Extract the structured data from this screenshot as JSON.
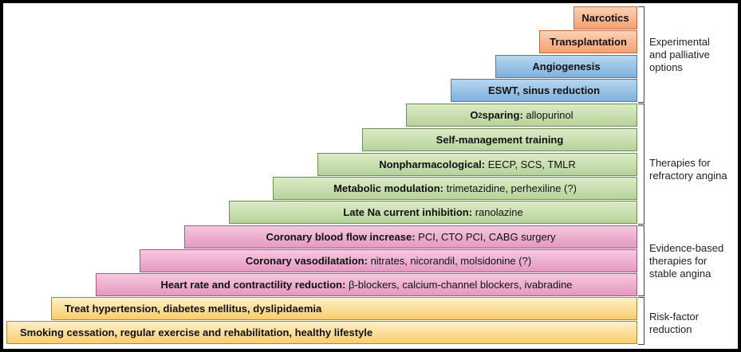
{
  "colors": {
    "orange": "#f5a071",
    "blue": "#7fb0dc",
    "green": "#b6d39a",
    "pink": "#e597c1",
    "yellow": "#f9cd6e"
  },
  "steps": [
    {
      "bold": "Narcotics",
      "rest": ""
    },
    {
      "bold": "Transplantation",
      "rest": ""
    },
    {
      "bold": "Angiogenesis",
      "rest": ""
    },
    {
      "bold": "ESWT, sinus reduction",
      "rest": ""
    },
    {
      "bold_pre": "O",
      "sub": "2",
      "bold": " sparing:",
      "rest": " allopurinol"
    },
    {
      "bold": "Self-management training",
      "rest": ""
    },
    {
      "bold": "Nonpharmacological:",
      "rest": " EECP, SCS, TMLR"
    },
    {
      "bold": "Metabolic modulation:",
      "rest": " trimetazidine, perhexiline (?)"
    },
    {
      "bold": "Late Na current inhibition:",
      "rest": " ranolazine"
    },
    {
      "bold": "Coronary blood flow increase:",
      "rest": " PCI, CTO PCI, CABG surgery"
    },
    {
      "bold": "Coronary vasodilatation:",
      "rest": " nitrates, nicorandil, molsidonine (?)"
    },
    {
      "bold": "Heart rate and contractility reduction:",
      "rest": " β-blockers, calcium-channel blockers, ivabradine"
    },
    {
      "bold": "Treat hypertension, diabetes mellitus, dyslipidaemia",
      "rest": ""
    },
    {
      "bold": "Smoking cessation, regular exercise and rehabilitation, healthy lifestyle",
      "rest": ""
    }
  ],
  "groups": [
    {
      "line1": "Experimental",
      "line2": "and palliative",
      "line3": "options"
    },
    {
      "line1": "Therapies for",
      "line2": "refractory angina",
      "line3": ""
    },
    {
      "line1": "Evidence-based",
      "line2": "therapies for",
      "line3": "stable angina"
    },
    {
      "line1": "Risk-factor",
      "line2": "reduction",
      "line3": ""
    }
  ]
}
